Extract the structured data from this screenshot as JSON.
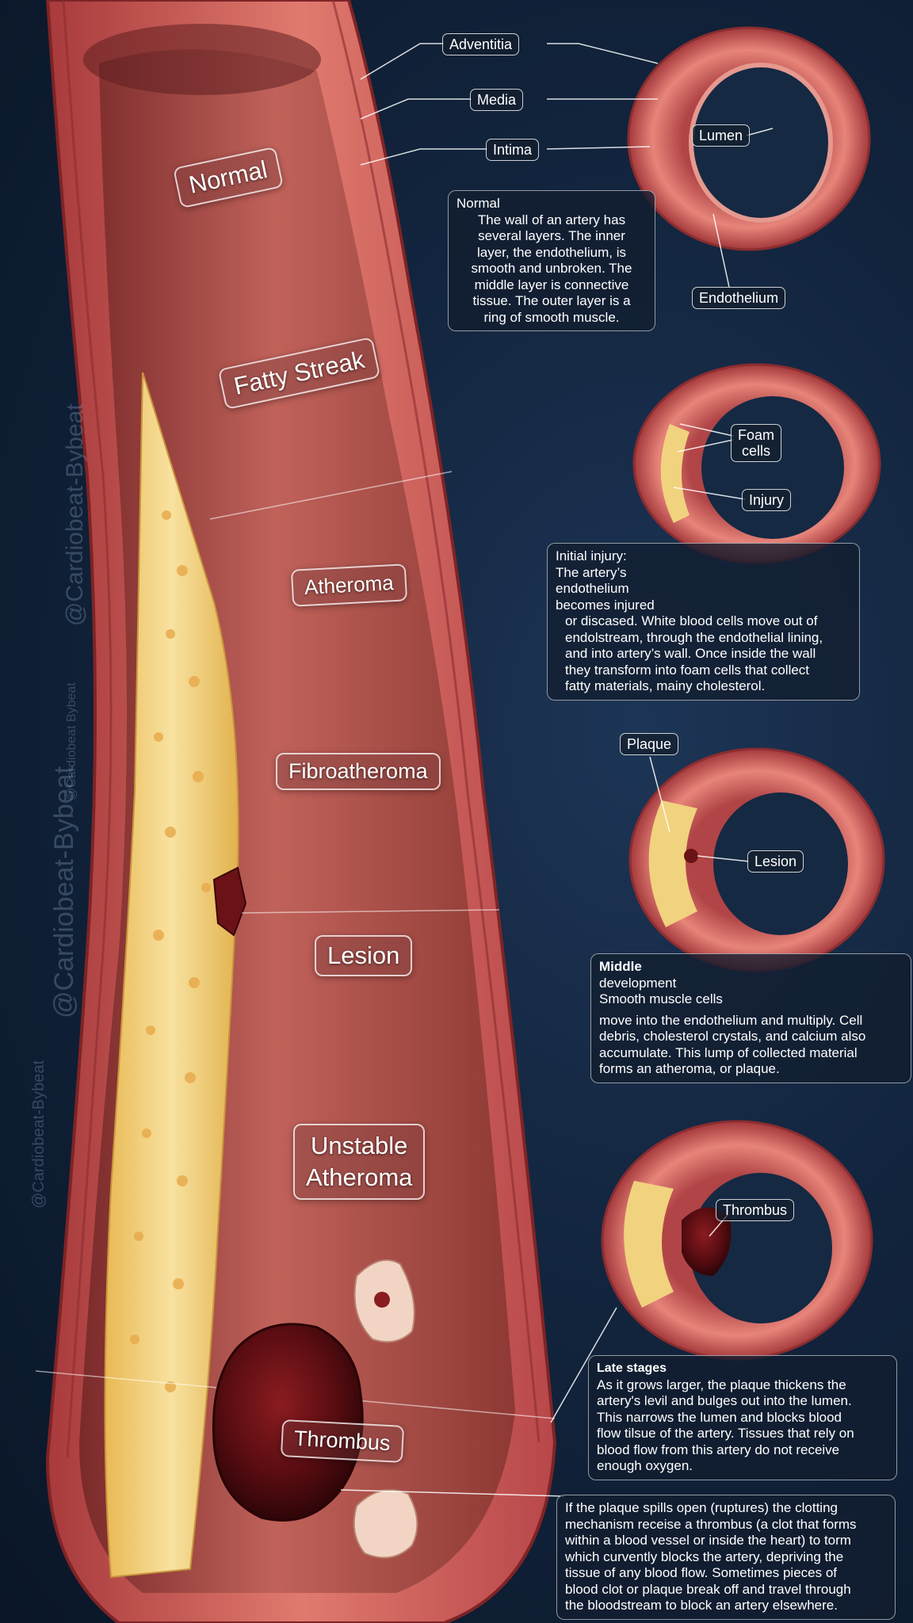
{
  "stages": {
    "normal": "Normal",
    "fatty_streak": "Fatty Streak",
    "atheroma": "Atheroma",
    "fibroatheroma": "Fibroatheroma",
    "lesion": "Lesion",
    "unstable_line1": "Unstable",
    "unstable_line2": "Atheroma",
    "thrombus": "Thrombus"
  },
  "layer_labels": {
    "adventitia": "Adventitia",
    "media": "Media",
    "intima": "Intima",
    "lumen": "Lumen",
    "endothelium": "Endothelium"
  },
  "cross_section_labels": {
    "foam_cells_line1": "Foam",
    "foam_cells_line2": "cells",
    "injury": "Injury",
    "plaque": "Plaque",
    "lesion": "Lesion",
    "thrombus": "Thrombus"
  },
  "notes": {
    "normal": {
      "title": "Normal",
      "lines": [
        "The wall of an artery has",
        "several layers. The inner",
        "layer, the endothelium, is",
        "smooth and unbroken. The",
        "middle layer is connective",
        "tissue. The outer layer is a",
        "ring of smooth muscle."
      ]
    },
    "initial": {
      "lines": [
        "Initial injury:",
        "The artery’s",
        "endothelium",
        "becomes injured",
        "or discased. White blood cells move out of",
        "endolstream, through the endothelial lining,",
        "and into artery’s wall. Once inside the wall",
        "they transform into foam cells that collect",
        "fatty materials, mainy cholesterol."
      ]
    },
    "middle": {
      "title": "Middle",
      "lines": [
        "development",
        "Smooth muscle cells",
        "move into the endothelium and multiply. Cell",
        "debris, cholesterol crystals, and calcium also",
        "accumulate. This lump of collected material",
        "forms an atheroma, or plaque."
      ]
    },
    "late": {
      "title": "Late stages",
      "lines": [
        "As it grows larger, the plaque thickens the",
        "artery's levil and bulges out into the lumen.",
        "This narrows the lumen and blocks blood",
        "flow tilsue of the artery. Tissues that rely on",
        "blood flow from this artery do not receive",
        "enough oxygen."
      ]
    },
    "rupture": {
      "lines": [
        "If the plaque spills open (ruptures) the clotting",
        "mechanism receise a thrombus (a clot that forms",
        "within a blood vessel or inside the heart) to torm",
        "which curvently blocks the artery, depriving the",
        "tissue of any blood flow. Sometimes pieces of",
        "blood clot or plaque break off and travel through",
        "the bloodstream to block an artery elsewhere."
      ]
    }
  },
  "watermarks": [
    "@Cardiobeat-Bybeat",
    "@Cardiobeat Bybeat",
    "@Cardiobeat-Bybeat",
    "@Cardiobeat-Bybeat"
  ],
  "colors": {
    "background": "#0f2038",
    "artery_wall": "#c9514f",
    "lumen": "#9a3e3a",
    "plaque": "#f1d27e",
    "clot": "#5a0c10"
  }
}
